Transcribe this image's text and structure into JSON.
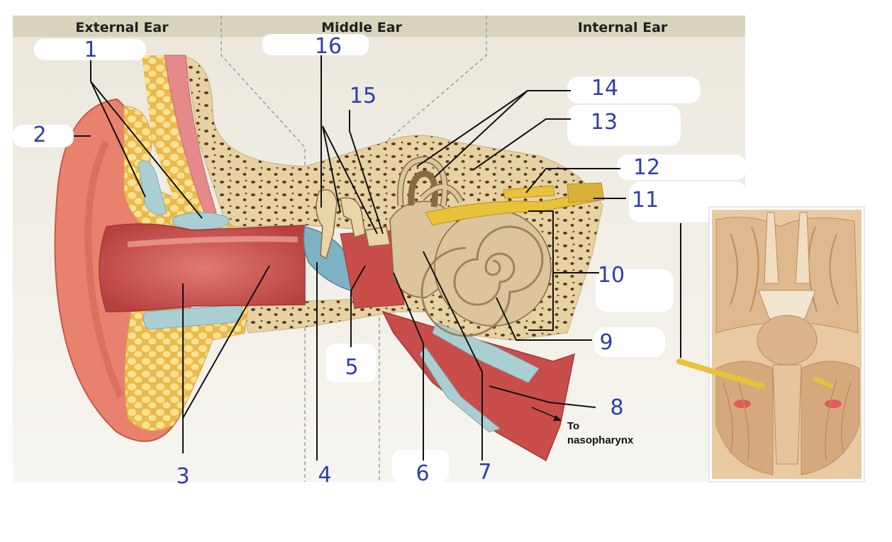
{
  "headers": {
    "external": "External Ear",
    "middle": "Middle Ear",
    "internal": "Internal Ear"
  },
  "labels": {
    "n1": "1",
    "n2": "2",
    "n3": "3",
    "n4": "4",
    "n5": "5",
    "n6": "6",
    "n7": "7",
    "n8": "8",
    "n9": "9",
    "n10": "10",
    "n11": "11",
    "n12": "12",
    "n13": "13",
    "n14": "14",
    "n15": "15",
    "n16": "16"
  },
  "annotation": {
    "line1": "To",
    "line2": "nasopharynx"
  },
  "colors": {
    "header_band": "#d8d4bd",
    "background": "#ece9e0",
    "skin": "#e8826e",
    "canal": "#c94d4b",
    "fat": "#f3d27a",
    "cartilage": "#a9cfd3",
    "bone": "#e9d5a8",
    "cochlea": "#dcc49c",
    "nerve": "#e8c23a",
    "handwriting": "#2f3ea8"
  }
}
